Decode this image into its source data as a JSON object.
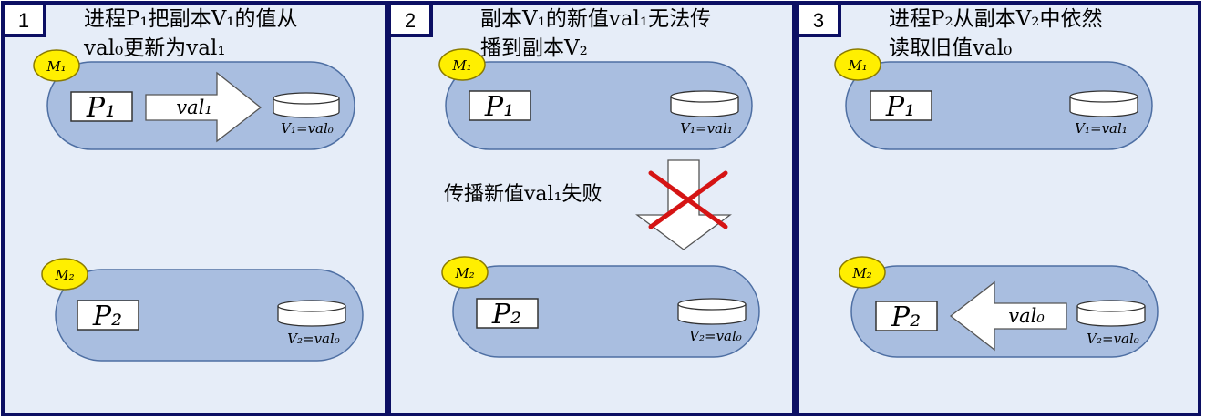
{
  "panels": [
    {
      "number": "1",
      "title_line1": "进程P₁把副本V₁的值从",
      "title_line2": "val₀更新为val₁",
      "m1_label": "M₁",
      "m2_label": "M₂",
      "p1_label": "P₁",
      "p2_label": "P₂",
      "v1_caption": "V₁=val₀",
      "v2_caption": "V₂=val₀",
      "arrow_label": "val₁"
    },
    {
      "number": "2",
      "title_line1": "副本V₁的新值val₁无法传",
      "title_line2": "播到副本V₂",
      "m1_label": "M₁",
      "m2_label": "M₂",
      "p1_label": "P₁",
      "p2_label": "P₂",
      "v1_caption": "V₁=val₁",
      "v2_caption": "V₂=val₀",
      "fail_label": "传播新值val₁失败"
    },
    {
      "number": "3",
      "title_line1": "进程P₂从副本V₂中依然",
      "title_line2": "读取旧值val₀",
      "m1_label": "M₁",
      "m2_label": "M₂",
      "p1_label": "P₁",
      "p2_label": "P₂",
      "v1_caption": "V₁=val₁",
      "v2_caption": "V₂=val₀",
      "arrow_label": "val₀"
    }
  ],
  "colors": {
    "border": "#0c0f63",
    "panel_fill": "#e6edf8",
    "node_fill": "#a9bee0",
    "machine_label_fill": "#ffef00",
    "cross": "#d51414"
  }
}
